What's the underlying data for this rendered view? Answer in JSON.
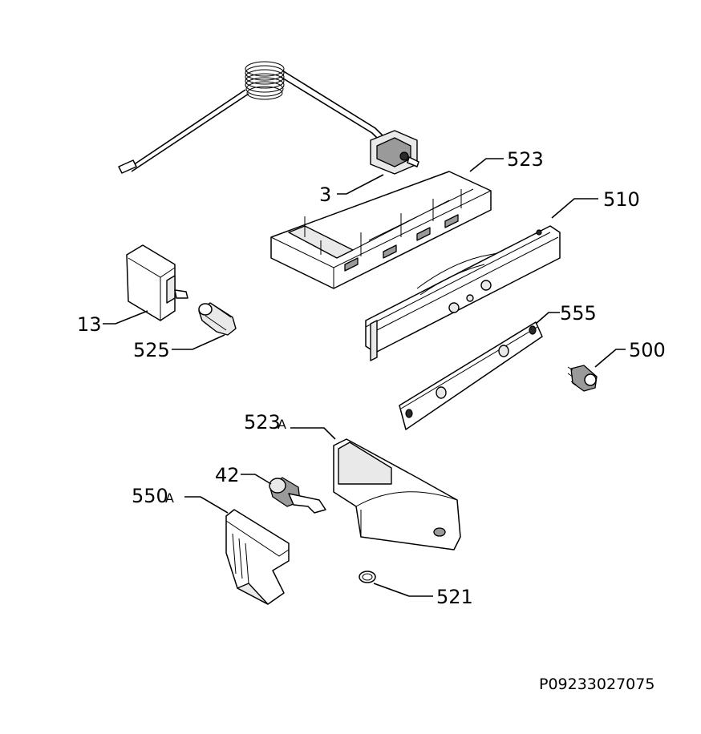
{
  "parts": [
    {
      "id": "part-3",
      "number": "3"
    },
    {
      "id": "part-523",
      "number": "523"
    },
    {
      "id": "part-510",
      "number": "510"
    },
    {
      "id": "part-13",
      "number": "13"
    },
    {
      "id": "part-525",
      "number": "525"
    },
    {
      "id": "part-555",
      "number": "555"
    },
    {
      "id": "part-500",
      "number": "500"
    },
    {
      "id": "part-523a",
      "number": "523",
      "suffix": "A"
    },
    {
      "id": "part-42",
      "number": "42"
    },
    {
      "id": "part-550a",
      "number": "550",
      "suffix": "A"
    },
    {
      "id": "part-521",
      "number": "521"
    }
  ],
  "drawing_code": "P09233027075"
}
